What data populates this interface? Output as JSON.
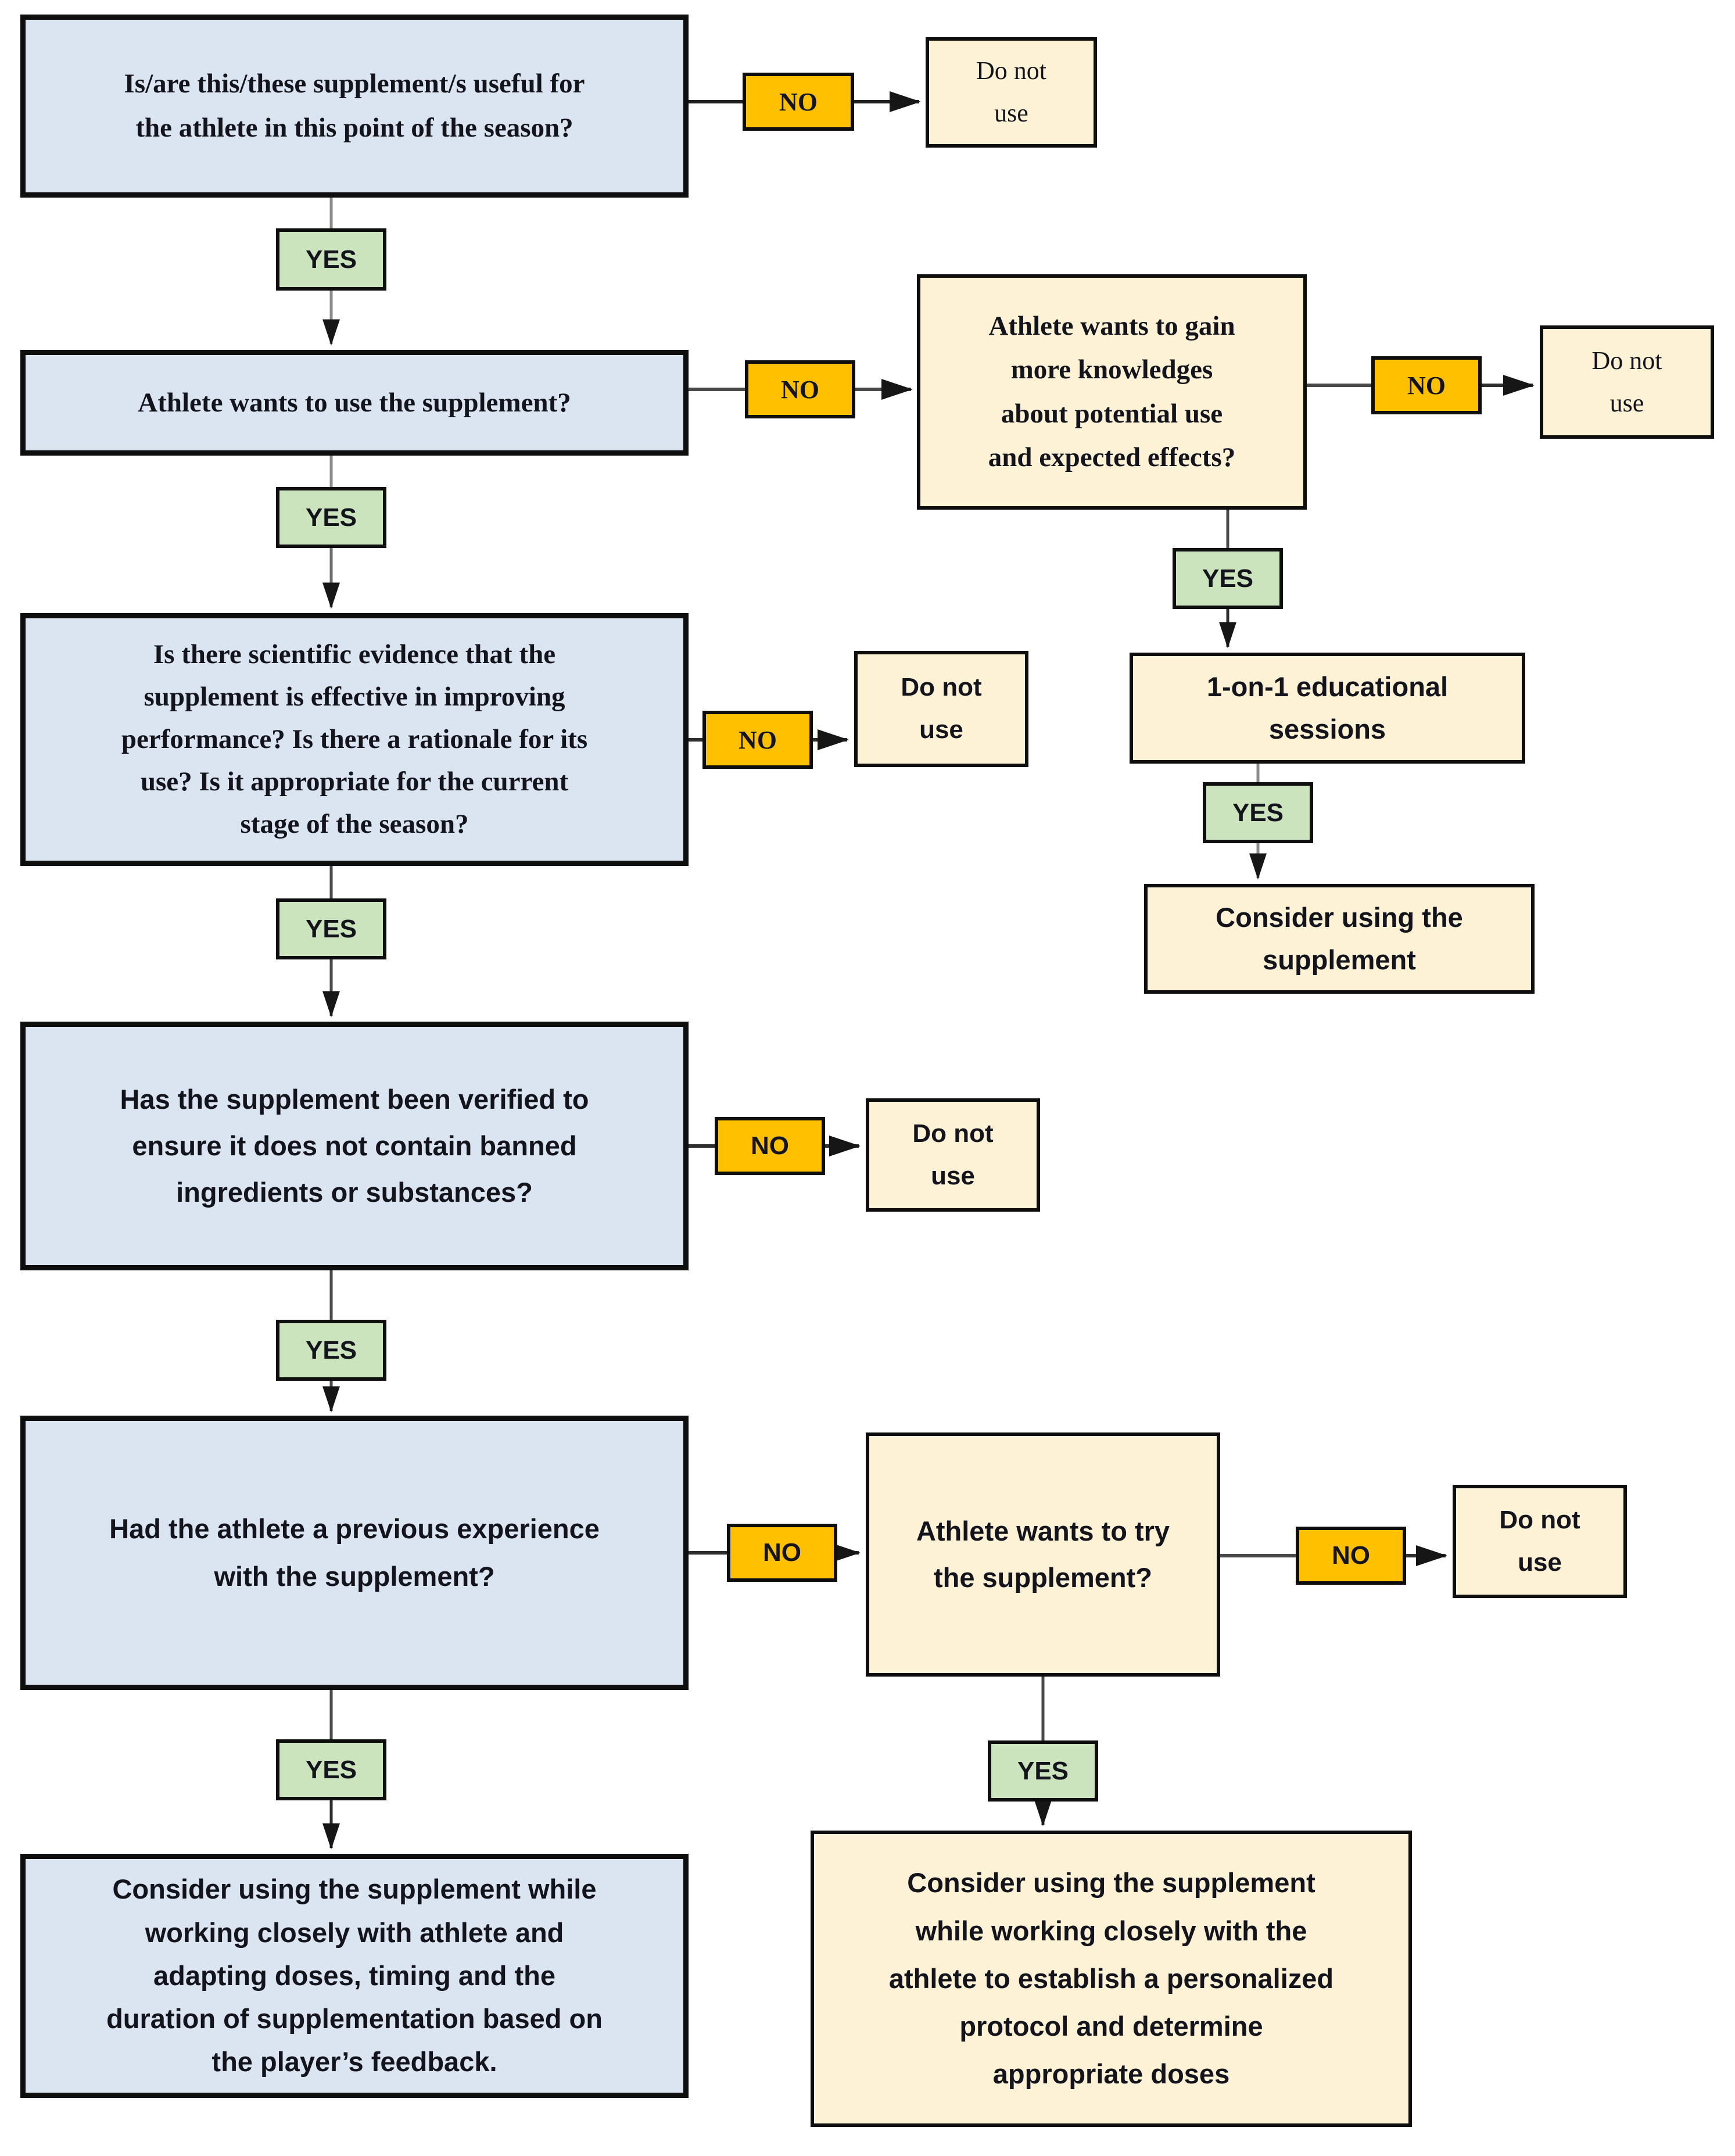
{
  "figure": {
    "labels": {
      "yes": "YES",
      "no": "NO",
      "do_not_use": "Do not\nuse"
    },
    "questions": {
      "q1_useful": "Is/are this/these supplement/s useful for\nthe athlete in this point of the season?",
      "q2_wants_use": "Athlete wants to use the supplement?",
      "q3_evidence": "Is there scientific evidence that the\nsupplement is effective in improving\nperformance? Is there a rationale for its\nuse? Is it appropriate for the current\nstage of the season?",
      "q4_verified": "Has the supplement been verified to\nensure it does not contain banned\ningredients or substances?",
      "q5_experience": "Had the athlete a previous experience\nwith the supplement?",
      "q6_gain_knowledge": "Athlete wants to gain\nmore knowledges\nabout potential use\nand expected effects?",
      "q7_wants_try": "Athlete wants to try\nthe supplement?"
    },
    "actions": {
      "edu_sessions": "1-on-1 educational\nsessions",
      "consider": "Consider using the\nsupplement",
      "consider_adapt": "Consider using the supplement while\nworking closely with athlete and\nadapting doses, timing and the\nduration of supplementation based on\nthe player’s feedback.",
      "consider_personalized": "Consider using the supplement\nwhile working closely with the\nathlete to establish a personalized\nprotocol and determine\nappropriate doses"
    },
    "colors": {
      "question_blue": "#dbe5f1",
      "outcome_cream": "#fdf2d5",
      "no_orange": "#ffc000",
      "yes_green": "#cbe4bd",
      "border_black": "#0e0e0e",
      "line_gray": "#4a4a4a",
      "arrow_black": "#161616"
    }
  }
}
